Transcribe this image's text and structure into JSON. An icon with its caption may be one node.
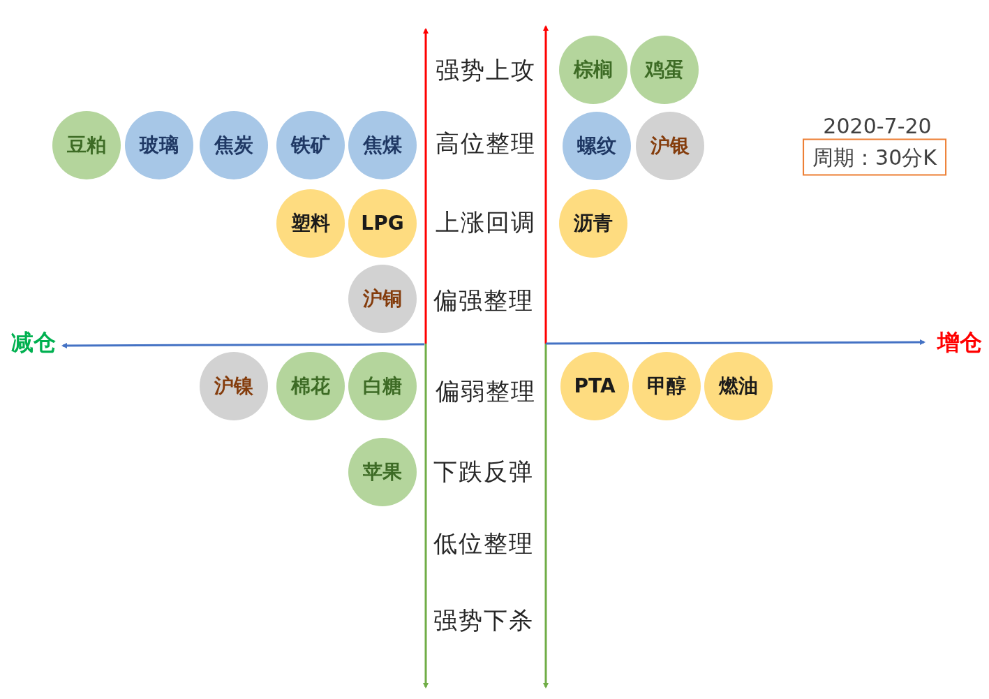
{
  "diagram": {
    "nodes": [
      {
        "text": [
          "棕榈"
        ]
      },
      {
        "text": [
          "鸡蛋"
        ]
      },
      {
        "text": [
          "豆粕"
        ]
      },
      {
        "text": [
          "玻璃"
        ]
      },
      {
        "text": [
          "焦炭"
        ]
      },
      {
        "text": [
          "铁矿"
        ]
      },
      {
        "text": [
          "焦煤"
        ]
      },
      {
        "text": [
          "螺纹"
        ]
      },
      {
        "text": [
          "沪银"
        ]
      },
      {
        "text": [
          "周期：30分K"
        ]
      },
      {
        "text": [
          "塑料"
        ]
      },
      {
        "text": [
          "LPG"
        ]
      },
      {
        "text": [
          "沥青"
        ]
      },
      {
        "text": [
          "沪铜"
        ]
      },
      {
        "text": [
          "沪镍"
        ]
      },
      {
        "text": [
          "棉花"
        ]
      },
      {
        "text": [
          "白糖"
        ]
      },
      {
        "text": [
          "PTA"
        ]
      },
      {
        "text": [
          "甲醇"
        ]
      },
      {
        "text": [
          "燃油"
        ]
      },
      {
        "text": [
          "苹果"
        ]
      }
    ],
    "edges": [],
    "labels": [
      "强势上攻",
      "2020-7-20",
      "高位整理",
      "上涨回调",
      "偏强整理",
      "减仓",
      "增仓",
      "偏弱整理",
      "下跌反弹",
      "低位整理",
      "强势下杀"
    ]
  }
}
